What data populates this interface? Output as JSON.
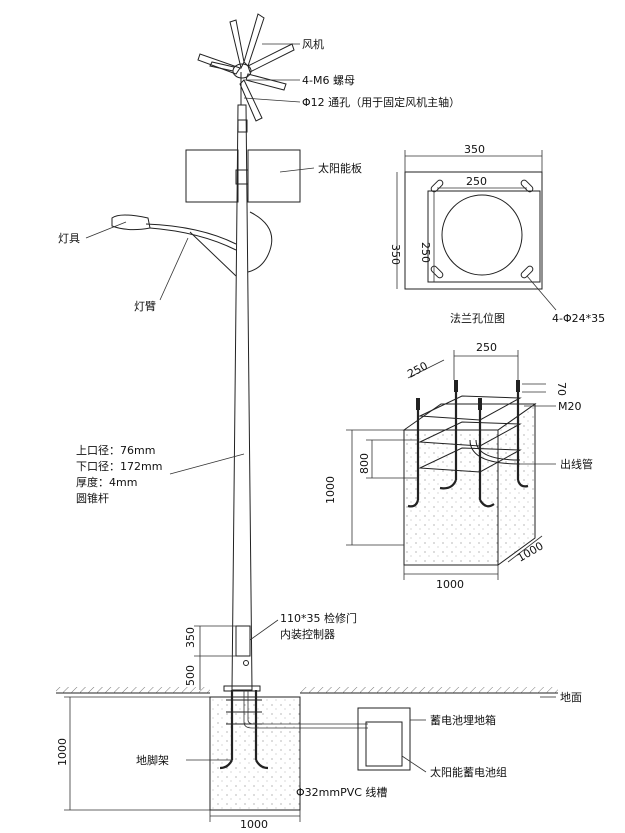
{
  "labels": {
    "wind_turbine": "风机",
    "nut": "4-M6 螺母",
    "through_hole": "Φ12 通孔（用于固定风机主轴）",
    "solar_panel": "太阳能板",
    "lamp": "灯具",
    "lamp_arm": "灯臂",
    "pole_top": "上口径：76mm",
    "pole_bottom": "下口径：172mm",
    "pole_thickness": "厚度：4mm",
    "pole_type": "圆锥杆",
    "service_door": "110*35 检修门",
    "controller": "内装控制器",
    "ground": "地面",
    "battery_box": "蓄电池埋地箱",
    "battery_group": "太阳能蓄电池组",
    "anchor_frame": "地脚架",
    "conduit": "Φ32mmPVC 线槽",
    "flange_caption": "法兰孔位图",
    "flange_holes": "4-Φ24*35",
    "anchor_bolt": "M20",
    "outlet_pipe": "出线管"
  },
  "dims": {
    "flange_outer_w": "350",
    "flange_inner_w": "250",
    "flange_outer_h": "350",
    "flange_inner_h": "250",
    "cage_depth": "250",
    "cage_width": "250",
    "bolt_protrusion": "70",
    "cage_height": "800",
    "found_height": "1000",
    "found_width": "1000",
    "found_depth": "1000",
    "door_height": "350",
    "door_offset": "500",
    "base_depth": "1000",
    "base_width": "1000"
  }
}
